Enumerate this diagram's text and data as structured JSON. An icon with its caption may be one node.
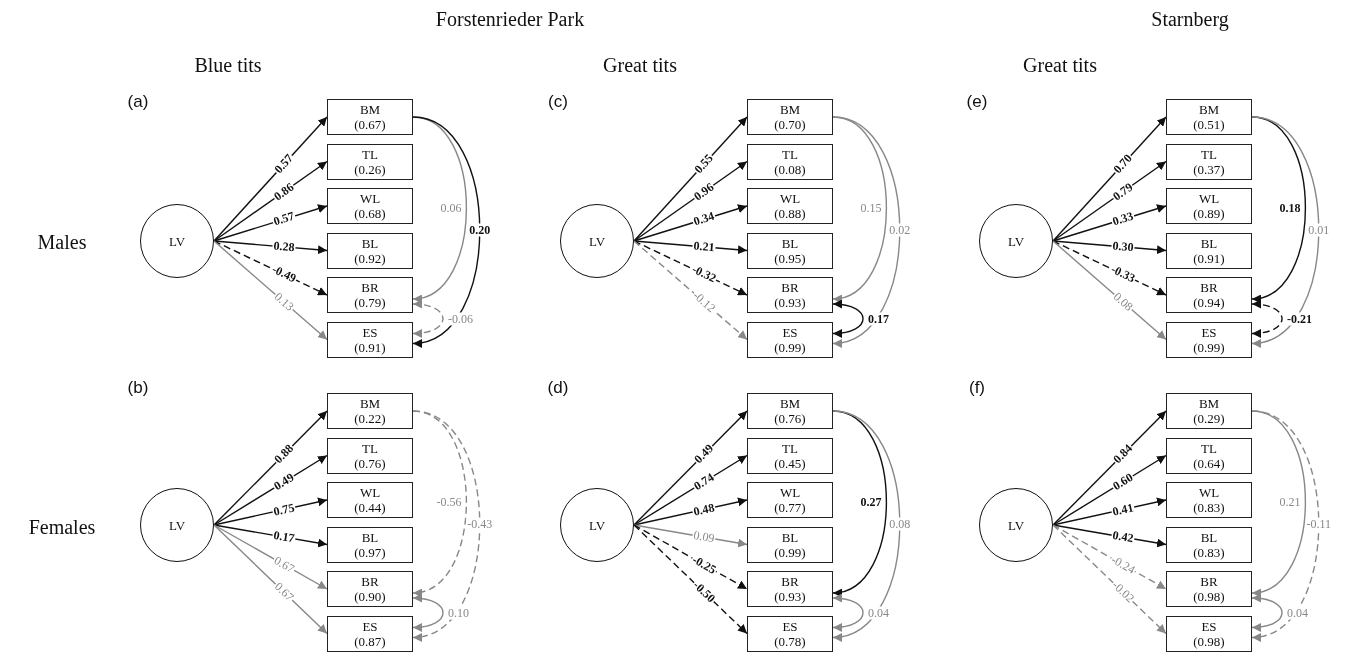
{
  "diagram": {
    "nodes": [
      {
        "text": [
          "LV"
        ]
      },
      {
        "text": [
          "BM",
          "(0.67)"
        ]
      },
      {
        "text": [
          "TL",
          "(0.26)"
        ]
      },
      {
        "text": [
          "WL",
          "(0.68)"
        ]
      },
      {
        "text": [
          "BL",
          "(0.92)"
        ]
      },
      {
        "text": [
          "BR",
          "(0.79)"
        ]
      },
      {
        "text": [
          "ES",
          "(0.91)"
        ]
      },
      {
        "text": [
          "LV"
        ]
      },
      {
        "text": [
          "BM",
          "(0.70)"
        ]
      },
      {
        "text": [
          "TL",
          "(0.08)"
        ]
      },
      {
        "text": [
          "WL",
          "(0.88)"
        ]
      },
      {
        "text": [
          "BL",
          "(0.95)"
        ]
      },
      {
        "text": [
          "BR",
          "(0.93)"
        ]
      },
      {
        "text": [
          "ES",
          "(0.99)"
        ]
      },
      {
        "text": [
          "LV"
        ]
      },
      {
        "text": [
          "BM",
          "(0.51)"
        ]
      },
      {
        "text": [
          "TL",
          "(0.37)"
        ]
      },
      {
        "text": [
          "WL",
          "(0.89)"
        ]
      },
      {
        "text": [
          "BL",
          "(0.91)"
        ]
      },
      {
        "text": [
          "BR",
          "(0.94)"
        ]
      },
      {
        "text": [
          "ES",
          "(0.99)"
        ]
      },
      {
        "text": [
          "LV"
        ]
      },
      {
        "text": [
          "BM",
          "(0.22)"
        ]
      },
      {
        "text": [
          "TL",
          "(0.76)"
        ]
      },
      {
        "text": [
          "WL",
          "(0.44)"
        ]
      },
      {
        "text": [
          "BL",
          "(0.97)"
        ]
      },
      {
        "text": [
          "BR",
          "(0.90)"
        ]
      },
      {
        "text": [
          "ES",
          "(0.87)"
        ]
      },
      {
        "text": [
          "LV"
        ]
      },
      {
        "text": [
          "BM",
          "(0.76)"
        ]
      },
      {
        "text": [
          "TL",
          "(0.45)"
        ]
      },
      {
        "text": [
          "WL",
          "(0.77)"
        ]
      },
      {
        "text": [
          "BL",
          "(0.99)"
        ]
      },
      {
        "text": [
          "BR",
          "(0.93)"
        ]
      },
      {
        "text": [
          "ES",
          "(0.78)"
        ]
      },
      {
        "text": [
          "LV"
        ]
      },
      {
        "text": [
          "BM",
          "(0.29)"
        ]
      },
      {
        "text": [
          "TL",
          "(0.64)"
        ]
      },
      {
        "text": [
          "WL",
          "(0.83)"
        ]
      },
      {
        "text": [
          "BL",
          "(0.83)"
        ]
      },
      {
        "text": [
          "BR",
          "(0.98)"
        ]
      },
      {
        "text": [
          "ES",
          "(0.98)"
        ]
      }
    ],
    "edges": [
      {
        "from": 0,
        "to": 1,
        "arrow": "to",
        "label": "0.57"
      },
      {
        "from": 0,
        "to": 2,
        "arrow": "to",
        "label": "0.86"
      },
      {
        "from": 0,
        "to": 3,
        "arrow": "to",
        "label": "0.57"
      },
      {
        "from": 0,
        "to": 4,
        "arrow": "to",
        "label": "0.28"
      },
      {
        "from": 0,
        "to": 5,
        "arrow": "to",
        "label": "-0.49",
        "style": "dashed"
      },
      {
        "from": 0,
        "to": 6,
        "arrow": "to",
        "label": "0.13",
        "color": "#888888"
      },
      {
        "from": 1,
        "to": 5,
        "arrow": "to",
        "label": "0.06",
        "color": "#888888"
      },
      {
        "from": 1,
        "to": 6,
        "arrow": "to",
        "label": "0.20"
      },
      {
        "from": 5,
        "to": 6,
        "arrow": "both",
        "label": "-0.06",
        "style": "dashed",
        "color": "#888888"
      },
      {
        "from": 7,
        "to": 8,
        "arrow": "to",
        "label": "0.55"
      },
      {
        "from": 7,
        "to": 9,
        "arrow": "to",
        "label": "0.96"
      },
      {
        "from": 7,
        "to": 10,
        "arrow": "to",
        "label": "0.34"
      },
      {
        "from": 7,
        "to": 11,
        "arrow": "to",
        "label": "0.21"
      },
      {
        "from": 7,
        "to": 12,
        "arrow": "to",
        "label": "-0.32",
        "style": "dashed"
      },
      {
        "from": 7,
        "to": 13,
        "arrow": "to",
        "label": "-0.12",
        "style": "dashed",
        "color": "#888888"
      },
      {
        "from": 8,
        "to": 12,
        "arrow": "to",
        "label": "0.15",
        "color": "#888888"
      },
      {
        "from": 8,
        "to": 13,
        "arrow": "to",
        "label": "0.02",
        "color": "#888888"
      },
      {
        "from": 12,
        "to": 13,
        "arrow": "both",
        "label": "0.17"
      },
      {
        "from": 14,
        "to": 15,
        "arrow": "to",
        "label": "0.70"
      },
      {
        "from": 14,
        "to": 16,
        "arrow": "to",
        "label": "0.79"
      },
      {
        "from": 14,
        "to": 17,
        "arrow": "to",
        "label": "0.33"
      },
      {
        "from": 14,
        "to": 18,
        "arrow": "to",
        "label": "0.30"
      },
      {
        "from": 14,
        "to": 19,
        "arrow": "to",
        "label": "-0.33",
        "style": "dashed"
      },
      {
        "from": 14,
        "to": 20,
        "arrow": "to",
        "label": "0.08",
        "color": "#888888"
      },
      {
        "from": 15,
        "to": 19,
        "arrow": "to",
        "label": "0.18"
      },
      {
        "from": 15,
        "to": 20,
        "arrow": "to",
        "label": "0.01",
        "color": "#888888"
      },
      {
        "from": 19,
        "to": 20,
        "arrow": "both",
        "label": "-0.21",
        "style": "dashed"
      },
      {
        "from": 21,
        "to": 22,
        "arrow": "to",
        "label": "0.88"
      },
      {
        "from": 21,
        "to": 23,
        "arrow": "to",
        "label": "0.49"
      },
      {
        "from": 21,
        "to": 24,
        "arrow": "to",
        "label": "0.75"
      },
      {
        "from": 21,
        "to": 25,
        "arrow": "to",
        "label": "0.17"
      },
      {
        "from": 21,
        "to": 26,
        "arrow": "to",
        "label": "0.67",
        "color": "#888888"
      },
      {
        "from": 21,
        "to": 27,
        "arrow": "to",
        "label": "0.67",
        "color": "#888888"
      },
      {
        "from": 22,
        "to": 26,
        "arrow": "to",
        "label": "-0.56",
        "style": "dashed",
        "color": "#888888"
      },
      {
        "from": 22,
        "to": 27,
        "arrow": "to",
        "label": "-0.43",
        "style": "dashed",
        "color": "#888888"
      },
      {
        "from": 26,
        "to": 27,
        "arrow": "both",
        "label": "0.10",
        "color": "#888888"
      },
      {
        "from": 28,
        "to": 29,
        "arrow": "to",
        "label": "0.49"
      },
      {
        "from": 28,
        "to": 30,
        "arrow": "to",
        "label": "0.74"
      },
      {
        "from": 28,
        "to": 31,
        "arrow": "to",
        "label": "0.48"
      },
      {
        "from": 28,
        "to": 32,
        "arrow": "to",
        "label": "0.09",
        "color": "#888888"
      },
      {
        "from": 28,
        "to": 33,
        "arrow": "to",
        "label": "-0.25",
        "style": "dashed"
      },
      {
        "from": 28,
        "to": 34,
        "arrow": "to",
        "label": "-0.50",
        "style": "dashed"
      },
      {
        "from": 29,
        "to": 33,
        "arrow": "to",
        "label": "0.27"
      },
      {
        "from": 29,
        "to": 34,
        "arrow": "to",
        "label": "0.08",
        "color": "#888888"
      },
      {
        "from": 33,
        "to": 34,
        "arrow": "both",
        "label": "0.04",
        "color": "#888888"
      },
      {
        "from": 35,
        "to": 36,
        "arrow": "to",
        "label": "0.84"
      },
      {
        "from": 35,
        "to": 37,
        "arrow": "to",
        "label": "0.60"
      },
      {
        "from": 35,
        "to": 38,
        "arrow": "to",
        "label": "0.41"
      },
      {
        "from": 35,
        "to": 39,
        "arrow": "to",
        "label": "0.42"
      },
      {
        "from": 35,
        "to": 40,
        "arrow": "to",
        "label": "-0.24",
        "style": "dashed",
        "color": "#888888"
      },
      {
        "from": 35,
        "to": 41,
        "arrow": "to",
        "label": "-0.02",
        "style": "dashed",
        "color": "#888888"
      },
      {
        "from": 36,
        "to": 40,
        "arrow": "to",
        "label": "0.21",
        "color": "#888888"
      },
      {
        "from": 36,
        "to": 41,
        "arrow": "to",
        "label": "-0.11",
        "style": "dashed",
        "color": "#888888"
      },
      {
        "from": 40,
        "to": 41,
        "arrow": "both",
        "label": "0.04",
        "color": "#888888"
      }
    ],
    "labels": [
      "Forstenrieder Park",
      "Starnberg",
      "Blue tits",
      "Great tits",
      "Great tits",
      "Males",
      "(a)",
      "(c)",
      "(e)",
      "Females",
      "(b)",
      "(d)",
      "(f)"
    ]
  }
}
